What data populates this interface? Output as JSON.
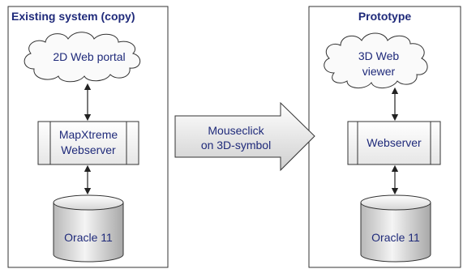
{
  "left_panel": {
    "title": "Existing system (copy)",
    "cloud_label": "2D Web portal",
    "server_label_line1": "MapXtreme",
    "server_label_line2": "Webserver",
    "db_label": "Oracle 11"
  },
  "transition": {
    "label_line1": "Mouseclick",
    "label_line2": "on 3D-symbol"
  },
  "right_panel": {
    "title": "Prototype",
    "cloud_label_line1": "3D Web",
    "cloud_label_line2": "viewer",
    "server_label": "Webserver",
    "db_label": "Oracle 11"
  },
  "colors": {
    "text": "#1f2a7a",
    "fill_light": "#f2f2f2",
    "fill_gradient_top": "#ffffff",
    "fill_gradient_bottom": "#c8c8c8",
    "stroke": "#333333"
  }
}
